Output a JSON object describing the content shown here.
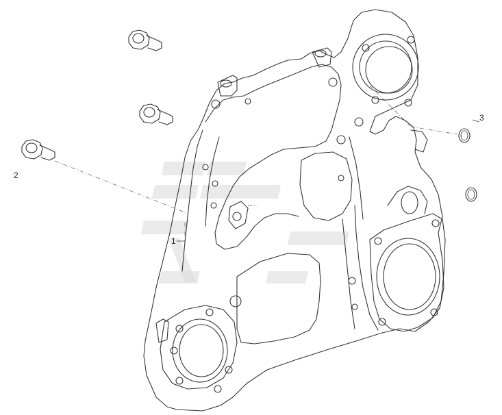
{
  "callouts": {
    "part1": "1",
    "part2": "2",
    "part3": "3"
  },
  "colors": {
    "line": "#333333",
    "background": "#ffffff",
    "watermark": "#d9d9d9"
  }
}
